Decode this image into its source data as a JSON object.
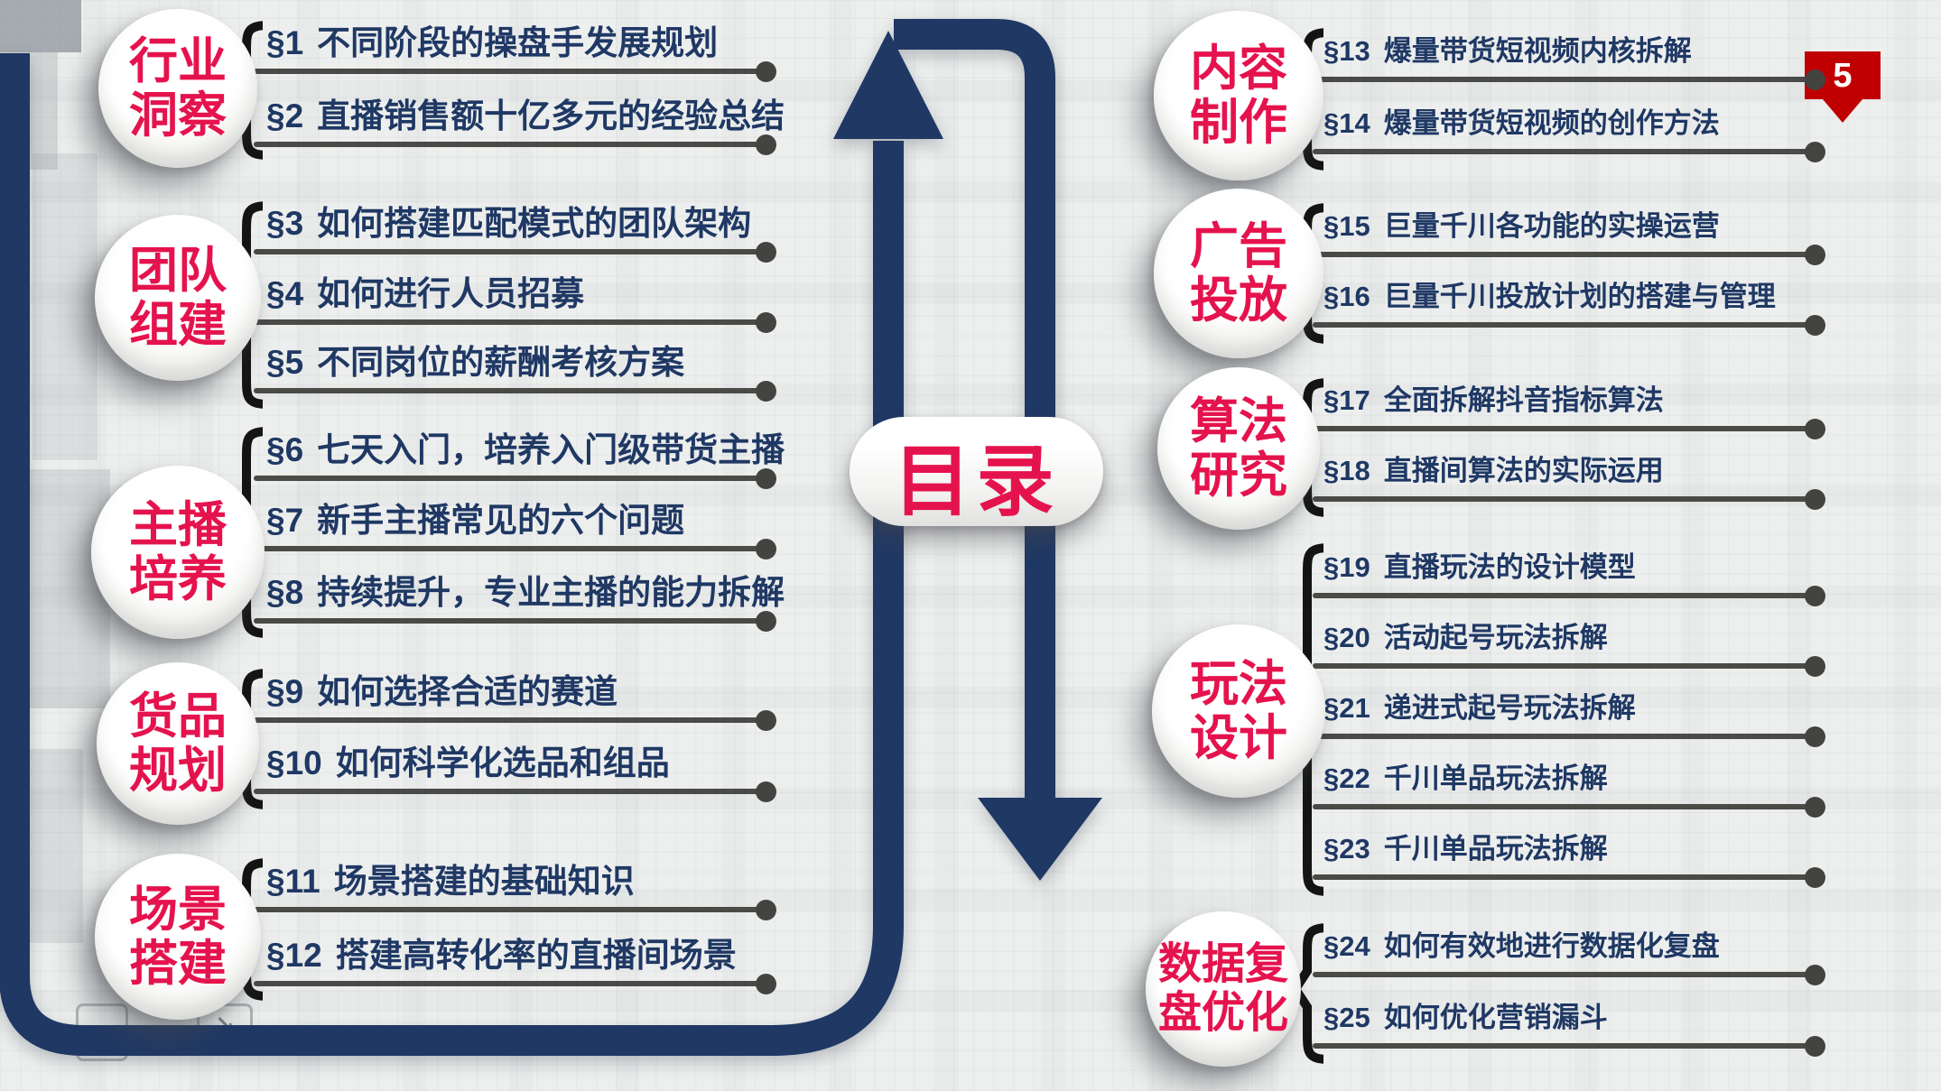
{
  "slide": {
    "center_title": "目录",
    "page_badge": "5"
  },
  "colors": {
    "navy": "#1f3864",
    "crimson": "#e5134d",
    "line_gray": "#4a4a47",
    "flag_red": "#c00000"
  },
  "left_groups": [
    {
      "category_lines": [
        "行业",
        "洞察"
      ],
      "items": [
        {
          "num": "§1",
          "title": "不同阶段的操盘手发展规划"
        },
        {
          "num": "§2",
          "title": "直播销售额十亿多元的经验总结"
        }
      ]
    },
    {
      "category_lines": [
        "团队",
        "组建"
      ],
      "items": [
        {
          "num": "§3",
          "title": "如何搭建匹配模式的团队架构"
        },
        {
          "num": "§4",
          "title": "如何进行人员招募"
        },
        {
          "num": "§5",
          "title": "不同岗位的薪酬考核方案"
        }
      ]
    },
    {
      "category_lines": [
        "主播",
        "培养"
      ],
      "items": [
        {
          "num": "§6",
          "title": "七天入门，培养入门级带货主播"
        },
        {
          "num": "§7",
          "title": "新手主播常见的六个问题"
        },
        {
          "num": "§8",
          "title": "持续提升，专业主播的能力拆解"
        }
      ]
    },
    {
      "category_lines": [
        "货品",
        "规划"
      ],
      "items": [
        {
          "num": "§9",
          "title": "如何选择合适的赛道"
        },
        {
          "num": "§10",
          "title": "如何科学化选品和组品"
        }
      ]
    },
    {
      "category_lines": [
        "场景",
        "搭建"
      ],
      "items": [
        {
          "num": "§11",
          "title": "场景搭建的基础知识"
        },
        {
          "num": "§12",
          "title": "搭建高转化率的直播间场景"
        }
      ]
    }
  ],
  "right_groups": [
    {
      "category_lines": [
        "内容",
        "制作"
      ],
      "items": [
        {
          "num": "§13",
          "title": "爆量带货短视频内核拆解"
        },
        {
          "num": "§14",
          "title": "爆量带货短视频的创作方法"
        }
      ]
    },
    {
      "category_lines": [
        "广告",
        "投放"
      ],
      "items": [
        {
          "num": "§15",
          "title": "巨量千川各功能的实操运营"
        },
        {
          "num": "§16",
          "title": "巨量千川投放计划的搭建与管理"
        }
      ]
    },
    {
      "category_lines": [
        "算法",
        "研究"
      ],
      "items": [
        {
          "num": "§17",
          "title": "全面拆解抖音指标算法"
        },
        {
          "num": "§18",
          "title": "直播间算法的实际运用"
        }
      ]
    },
    {
      "category_lines": [
        "玩法",
        "设计"
      ],
      "items": [
        {
          "num": "§19",
          "title": "直播玩法的设计模型"
        },
        {
          "num": "§20",
          "title": "活动起号玩法拆解"
        },
        {
          "num": "§21",
          "title": "递进式起号玩法拆解"
        },
        {
          "num": "§22",
          "title": "千川单品玩法拆解"
        },
        {
          "num": "§23",
          "title": "千川单品玩法拆解"
        }
      ]
    },
    {
      "category_lines": [
        "数据复",
        "盘优化"
      ],
      "items": [
        {
          "num": "§24",
          "title": "如何有效地进行数据化复盘"
        },
        {
          "num": "§25",
          "title": "如何优化营销漏斗"
        }
      ]
    }
  ]
}
